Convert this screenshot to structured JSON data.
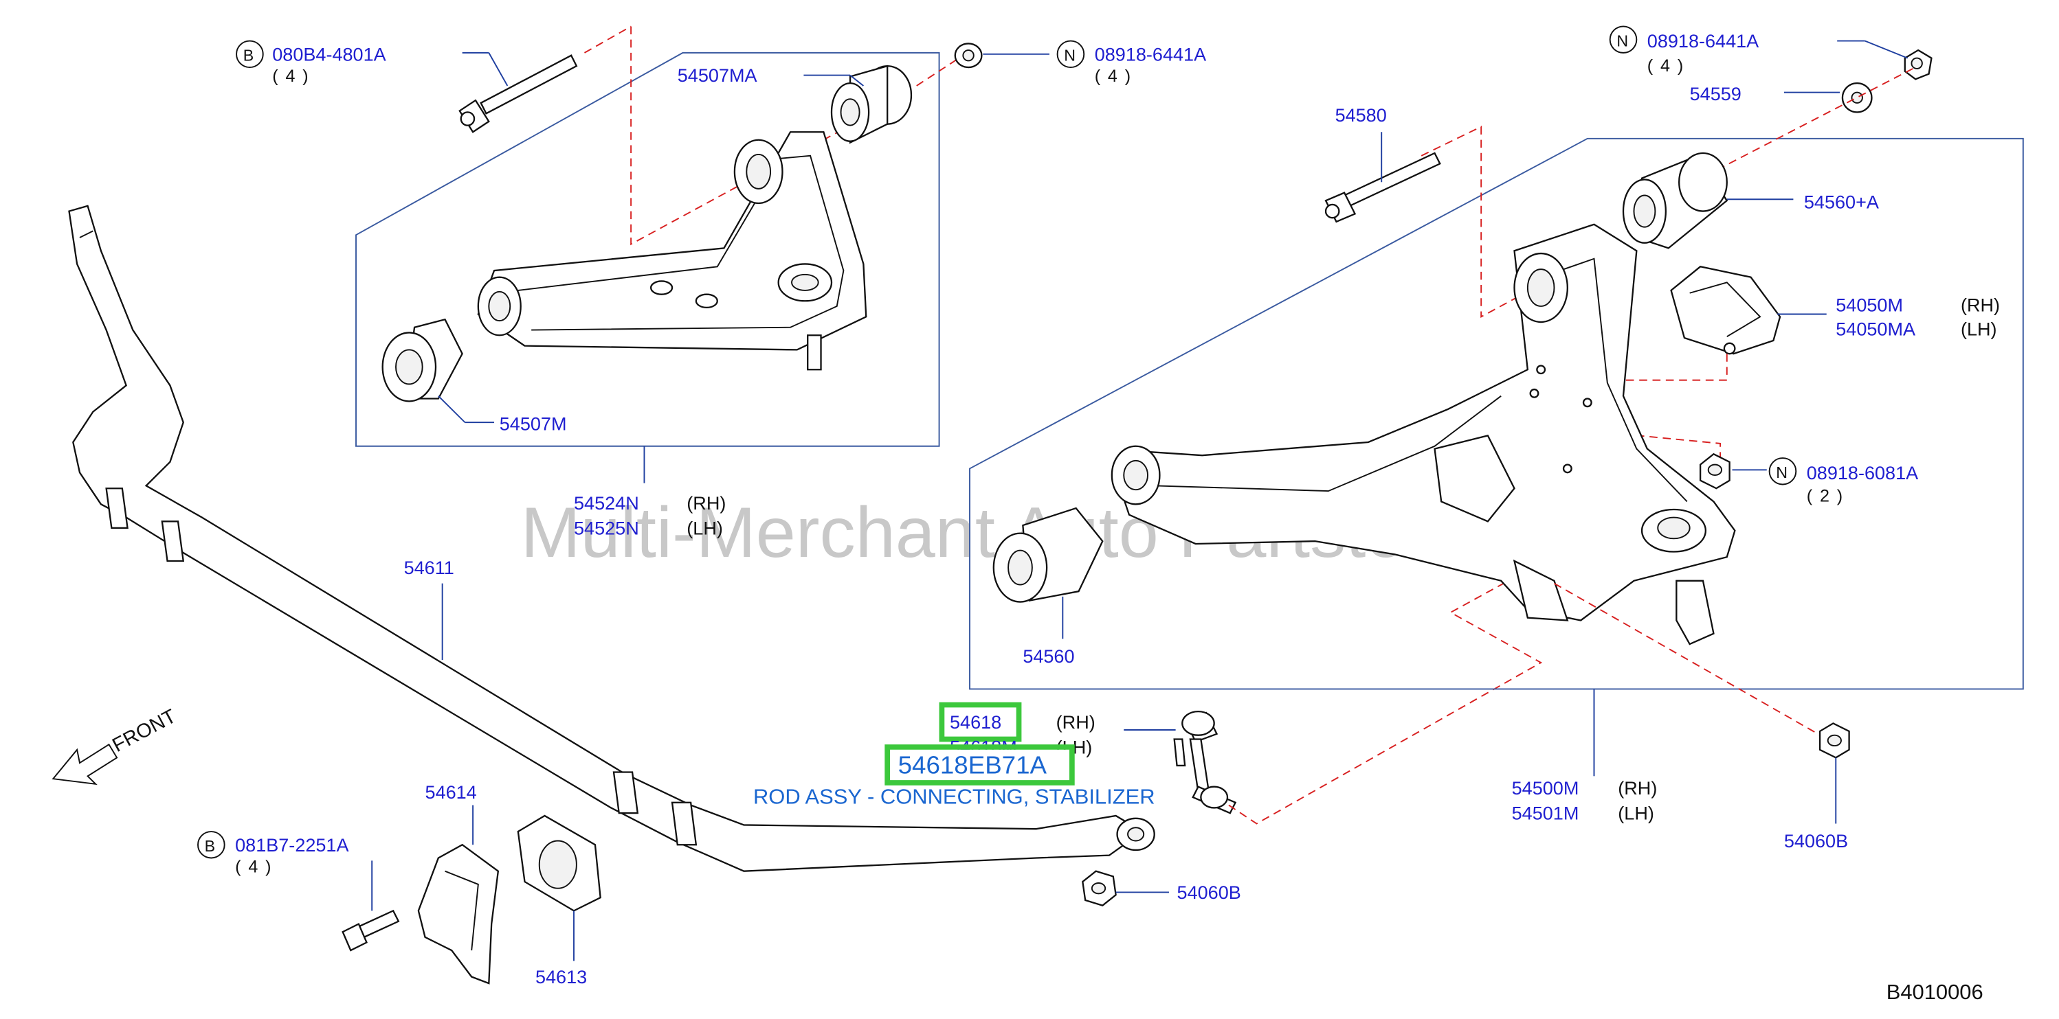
{
  "labels": {
    "l_080b4": "080B4-4801A",
    "l_080b4_q": "( 4 )",
    "l_08918_top": "08918-6441A",
    "l_08918_top_q": "( 4 )",
    "l_54507ma": "54507MA",
    "l_54507m": "54507M",
    "l_54524n": "54524N",
    "l_54524n_s": "(RH)",
    "l_54525n": "54525N",
    "l_54525n_s": "(LH)",
    "l_54611": "54611",
    "l_front": "FRONT",
    "l_54614": "54614",
    "l_081b7": "081B7-2251A",
    "l_081b7_q": "( 4 )",
    "l_54613": "54613",
    "l_54618": "54618",
    "l_54618_s": "(RH)",
    "l_54618m": "54618M",
    "l_54618m_s": "(LH)",
    "l_54618eb71a": "54618EB71A",
    "l_rod_desc": "ROD ASSY - CONNECTING, STABILIZER",
    "l_54060b_mid": "54060B",
    "l_08918_r": "08918-6441A",
    "l_08918_r_q": "( 4 )",
    "l_54559": "54559",
    "l_54580": "54580",
    "l_54560a": "54560+A",
    "l_54050m": "54050M",
    "l_54050m_s": "(RH)",
    "l_54050ma": "54050MA",
    "l_54050ma_s": "(LH)",
    "l_08918_6081": "08918-6081A",
    "l_08918_6081_q": "( 2 )",
    "l_54560": "54560",
    "l_54500m": "54500M",
    "l_54500m_s": "(RH)",
    "l_54501m": "54501M",
    "l_54501m_s": "(LH)",
    "l_54060b_r": "54060B",
    "diagram_code": "B4010006",
    "watermark": "Multi-Merchant Auto Partstore",
    "circle_b": "B",
    "circle_n": "N"
  },
  "colors": {
    "part_number": "#1f1fd0",
    "highlight": "#3cc83c",
    "leader": "#1f3fa0",
    "dashed": "#d82020",
    "description": "#1a66d0"
  },
  "highlighted_part": "54618EB71A"
}
